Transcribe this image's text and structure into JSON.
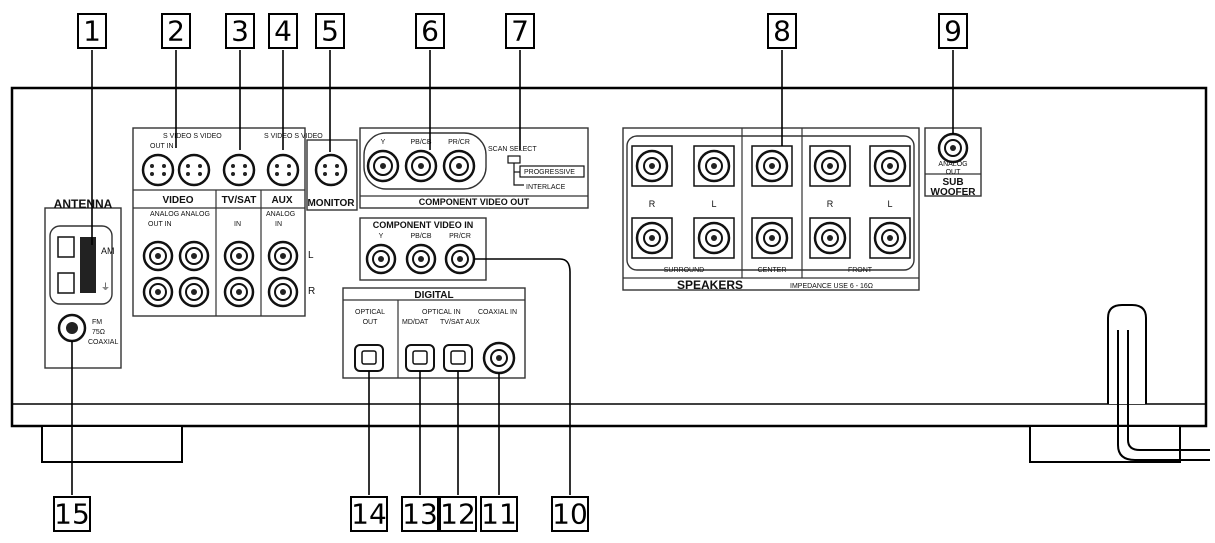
{
  "callouts": [
    "1",
    "2",
    "3",
    "4",
    "5",
    "6",
    "7",
    "8",
    "9",
    "10",
    "11",
    "12",
    "13",
    "14",
    "15"
  ],
  "antenna": {
    "title": "ANTENNA",
    "am": "AM",
    "ground": "⏚",
    "fm": "FM",
    "fm_ohm": "75Ω",
    "fm_coax": "COAXIAL"
  },
  "video": {
    "top": "S VIDEO S VIDEO",
    "sub": "OUT   IN",
    "title": "VIDEO",
    "analog": "ANALOG ANALOG",
    "out_in": "OUT IN"
  },
  "tvsat": {
    "title": "TV/SAT",
    "in": "IN"
  },
  "aux": {
    "top": "S VIDEO S VIDEO",
    "title": "AUX",
    "analog": "ANALOG",
    "in": "IN",
    "l": "L",
    "r": "R"
  },
  "monitor": {
    "title": "MONITOR"
  },
  "component_out": {
    "title": "COMPONENT VIDEO OUT",
    "y": "Y",
    "pb": "PB/CB",
    "pr": "PR/CR",
    "scan_select": "SCAN SELECT",
    "progressive": "PROGRESSIVE",
    "interlace": "INTERLACE"
  },
  "component_in": {
    "title": "COMPONENT VIDEO IN",
    "y": "Y",
    "pb": "PB/CB",
    "pr": "PR/CR"
  },
  "digital": {
    "title": "DIGITAL",
    "optical_out": "OPTICAL",
    "out": "OUT",
    "optical_in": "OPTICAL IN",
    "mdsat": "MD/DAT",
    "tvsat_aux": "TV/SAT AUX",
    "coaxial_in": "COAXIAL IN"
  },
  "speakers": {
    "title": "SPEAKERS",
    "impedance": "IMPEDANCE USE 6 - 16Ω",
    "r": "R",
    "l": "L",
    "surround": "SURROUND",
    "center": "CENTER",
    "front": "FRONT"
  },
  "subwoofer": {
    "analog": "ANALOG",
    "out": "OUT",
    "title1": "SUB",
    "title2": "WOOFER"
  }
}
